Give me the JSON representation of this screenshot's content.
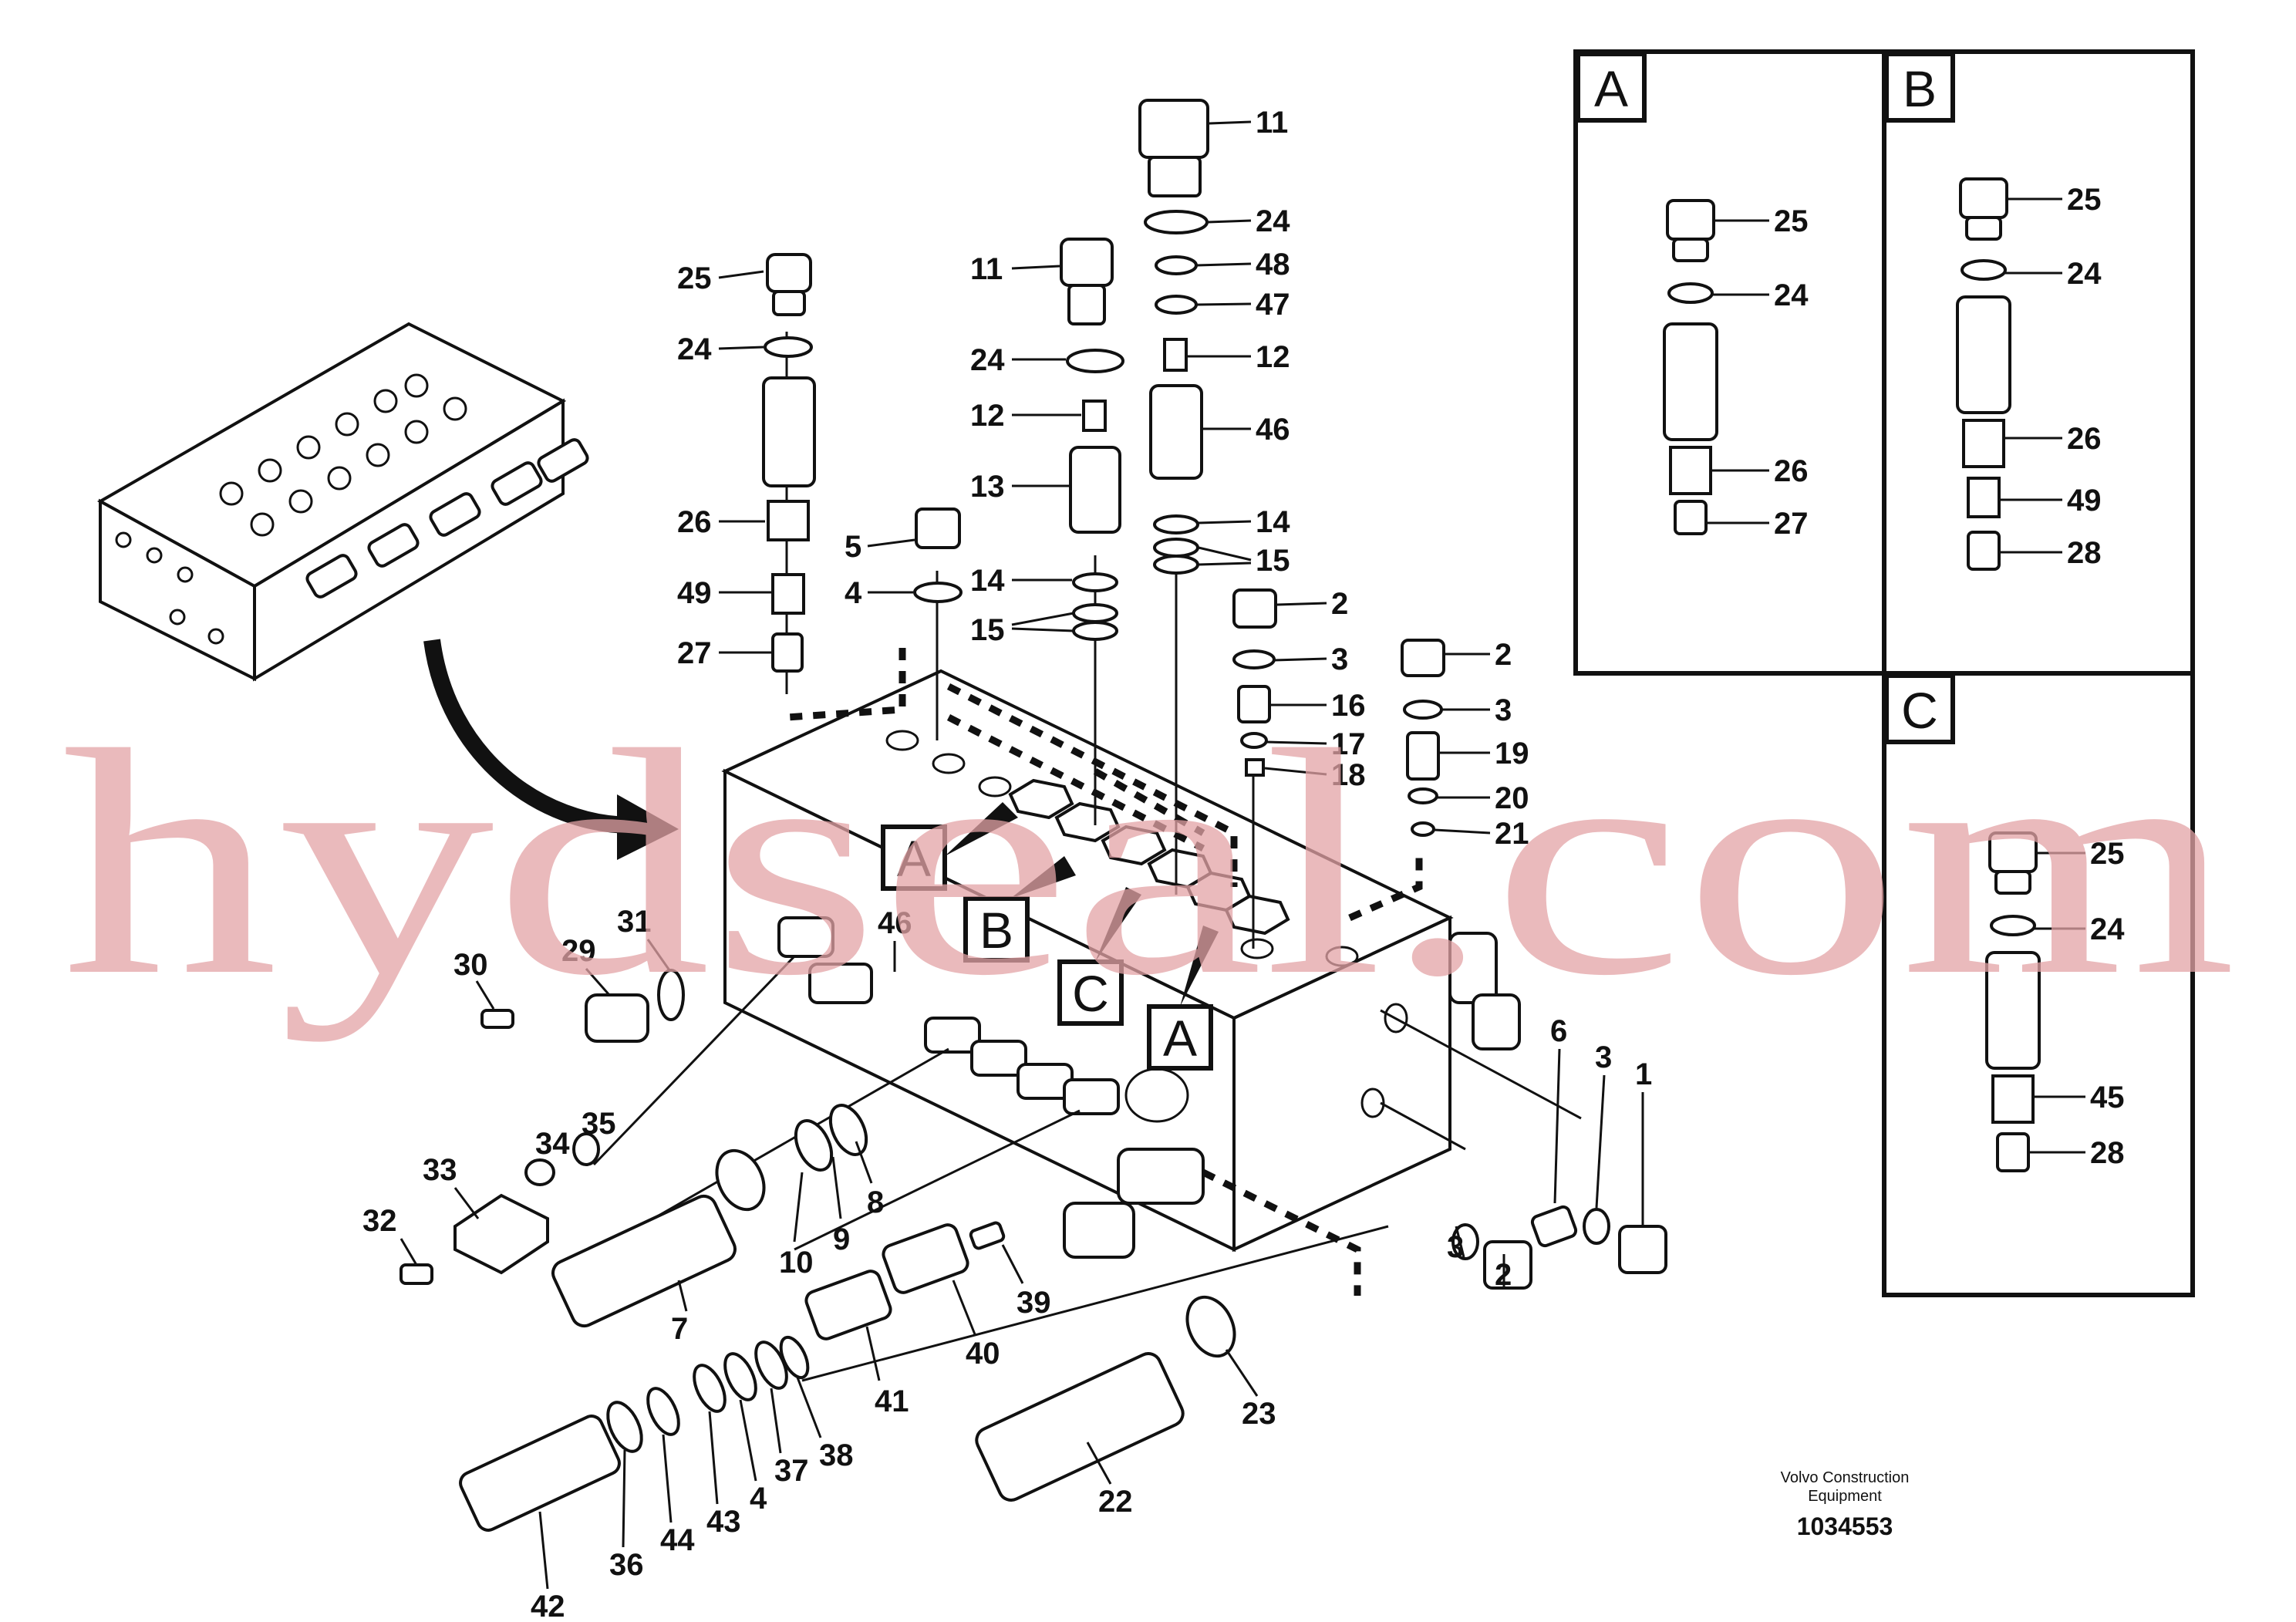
{
  "diagram": {
    "callouts": {
      "c1": "1",
      "c2a": "2",
      "c2b": "2",
      "c2c": "2",
      "c3a": "3",
      "c3b": "3",
      "c3c": "3",
      "c3d": "3",
      "c4a": "4",
      "c4b": "4",
      "c5": "5",
      "c7": "7",
      "c8": "8",
      "c9": "9",
      "c10": "10",
      "c11a": "11",
      "c11b": "11",
      "c12a": "12",
      "c12b": "12",
      "c13": "13",
      "c14a": "14",
      "c14b": "14",
      "c15a": "15",
      "c15b": "15",
      "c16": "16",
      "c17": "17",
      "c18": "18",
      "c19": "19",
      "c20": "20",
      "c21": "21",
      "c22": "22",
      "c23": "23",
      "c24a": "24",
      "c24b": "24",
      "c24c": "24",
      "c25": "25",
      "c26": "26",
      "c27": "27",
      "c29": "29",
      "c30": "30",
      "c31": "31",
      "c32": "32",
      "c33": "33",
      "c34": "34",
      "c35": "35",
      "c36": "36",
      "c37": "37",
      "c38": "38",
      "c39": "39",
      "c40": "40",
      "c41": "41",
      "c42": "42",
      "c43": "43",
      "c44": "44",
      "c46a": "46",
      "c46b": "46",
      "c47": "47",
      "c48": "48",
      "c49": "49",
      "c6": "6"
    },
    "view_tags": {
      "a1": "A",
      "a2": "A",
      "b1": "B",
      "c1": "C"
    }
  },
  "detail_views": {
    "A": {
      "title": "A",
      "labels": [
        "25",
        "24",
        "26",
        "27"
      ]
    },
    "B": {
      "title": "B",
      "labels": [
        "25",
        "24",
        "26",
        "49",
        "28"
      ]
    },
    "C": {
      "title": "C",
      "labels": [
        "25",
        "24",
        "45",
        "28"
      ]
    }
  },
  "credit": {
    "line1": "Volvo Construction",
    "line2": "Equipment",
    "drawing_number": "1034553"
  },
  "watermark": "hydseal.com",
  "colors": {
    "ink": "#111111",
    "watermark": "#e3a3a6",
    "paper": "#ffffff"
  }
}
